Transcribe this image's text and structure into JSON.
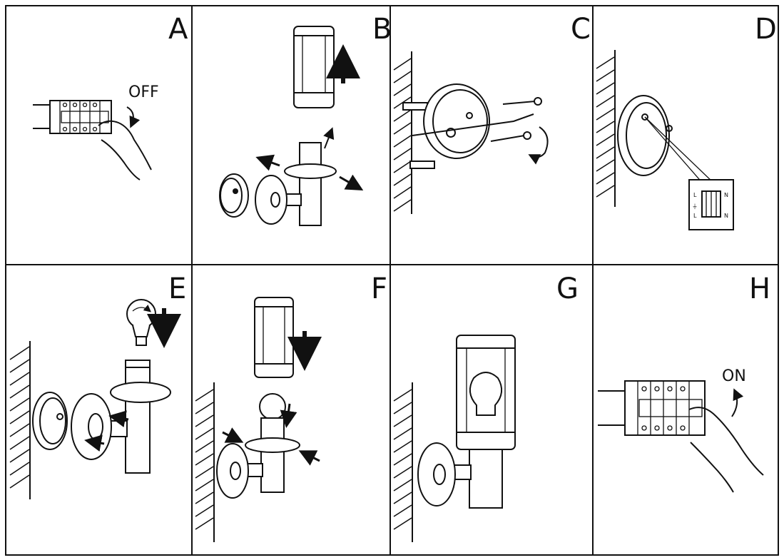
{
  "panels": [
    {
      "letter": "A",
      "label": "OFF"
    },
    {
      "letter": "B"
    },
    {
      "letter": "C"
    },
    {
      "letter": "D",
      "wiring": {
        "left_top": "L",
        "left_bottom": "L",
        "right_top": "N",
        "right_bottom": "N",
        "earth": "⏚"
      }
    },
    {
      "letter": "E"
    },
    {
      "letter": "F"
    },
    {
      "letter": "G"
    },
    {
      "letter": "H",
      "label": "ON"
    }
  ],
  "colors": {
    "line": "#111111",
    "background": "#ffffff"
  }
}
